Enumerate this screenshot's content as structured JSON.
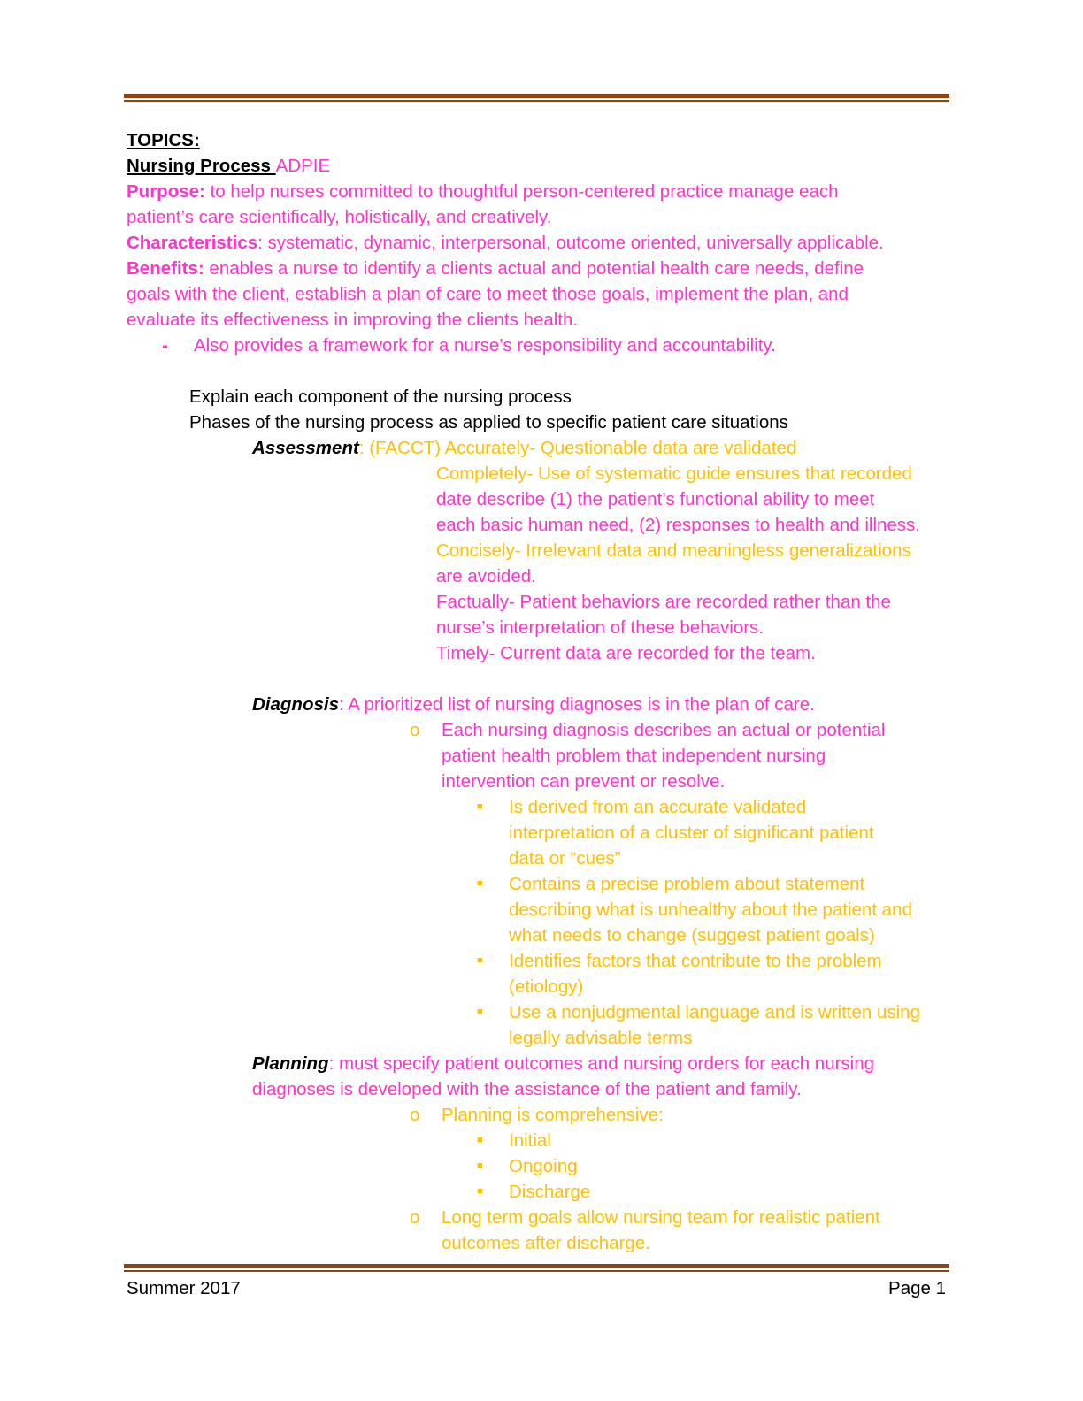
{
  "header": {
    "topics": "TOPICS:",
    "nursing_process": "Nursing Process ",
    "adpie": "ADPIE"
  },
  "purpose": {
    "label": "Purpose:",
    "line1": " to help nurses committed to thoughtful person-centered practice manage each",
    "line2": "patient’s care scientifically, holistically, and creatively."
  },
  "characteristics": {
    "label": "Characteristics",
    "text": ": systematic, dynamic, interpersonal, outcome oriented, universally applicable."
  },
  "benefits": {
    "label": "Benefits:",
    "line1": " enables a nurse to identify a clients actual and potential health care needs, define",
    "line2": "goals with the client, establish a plan of care to meet those goals, implement the plan, and",
    "line3": "evaluate its effectiveness in improving the clients health.",
    "dash_mark": "-",
    "dash_item": "Also provides a framework for a nurse’s responsibility and accountability."
  },
  "intro": {
    "explain": "Explain each component of the nursing process",
    "phases": "Phases of the nursing process as applied to specific patient care situations"
  },
  "assessment": {
    "label": "Assessment",
    "colon": ":",
    "facct": " (FACCT)",
    "l1": " Accurately- Questionable data are validated",
    "l2": "Completely- Use of systematic guide ensures that recorded",
    "l3": "date describe (1) the patient’s functional ability to meet",
    "l4": "each basic human need, (2) responses to health and illness.",
    "l5": "Concisely- Irrelevant data and meaningless generalizations",
    "l6": "are avoided.",
    "l7": "Factually- Patient behaviors are recorded rather than the",
    "l8": "nurse’s interpretation of these behaviors.",
    "l9": "Timely- Current data are recorded for the team."
  },
  "diagnosis": {
    "label": "Diagnosis",
    "text": ": A prioritized list of nursing diagnoses is in the plan of care.",
    "circle_mark": "o",
    "c1": "Each nursing diagnosis describes an actual or potential",
    "c2": "patient health problem that independent nursing",
    "c3": "intervention can prevent or resolve.",
    "square_mark": "■",
    "s1a": "Is derived from an accurate validated",
    "s1b": "interpretation of a cluster of significant patient",
    "s1c": "data or “cues”",
    "s2a": "Contains a precise problem about statement",
    "s2b": "describing what is unhealthy about the patient and",
    "s2c": "what needs to change (suggest patient goals)",
    "s3a": "Identifies factors that contribute to the problem",
    "s3b": "(etiology)",
    "s4a": "Use a nonjudgmental language and is written using",
    "s4b": "legally advisable terms"
  },
  "planning": {
    "label": "Planning",
    "text1": ": must specify patient outcomes and nursing orders for each nursing",
    "text2": "diagnoses is developed with the assistance of the patient and family.",
    "circle_mark": "o",
    "square_mark": "■",
    "c1": "Planning is comprehensive:",
    "s1": "Initial",
    "s2": "Ongoing",
    "s3": "Discharge",
    "c2a": "Long term goals allow nursing team for realistic patient",
    "c2b": "outcomes after discharge."
  },
  "footer": {
    "left": "Summer 2017",
    "right": "Page 1"
  },
  "colors": {
    "pink": "#ff33cc",
    "gold": "#ffc000",
    "rule": "#8B4513"
  }
}
